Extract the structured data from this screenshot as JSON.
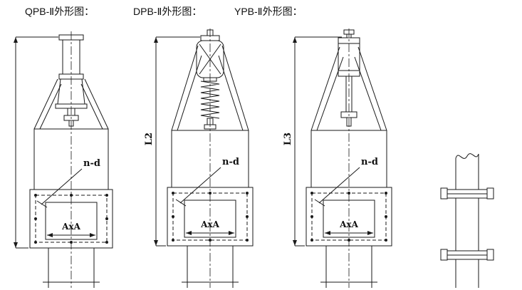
{
  "drawing": {
    "ink_color": "#1a1a1a",
    "background": "#ffffff"
  },
  "diagrams": [
    {
      "title": "QPB-Ⅱ外形图：",
      "hole_label": "n-d",
      "port_label": "AxA"
    },
    {
      "title": "DPB-Ⅱ外形图：",
      "hole_label": "n-d",
      "port_label": "AxA",
      "dim_label": "L2"
    },
    {
      "title": "YPB-Ⅱ外形图：",
      "hole_label": "n-d",
      "port_label": "AxA",
      "dim_label": "L3"
    }
  ]
}
